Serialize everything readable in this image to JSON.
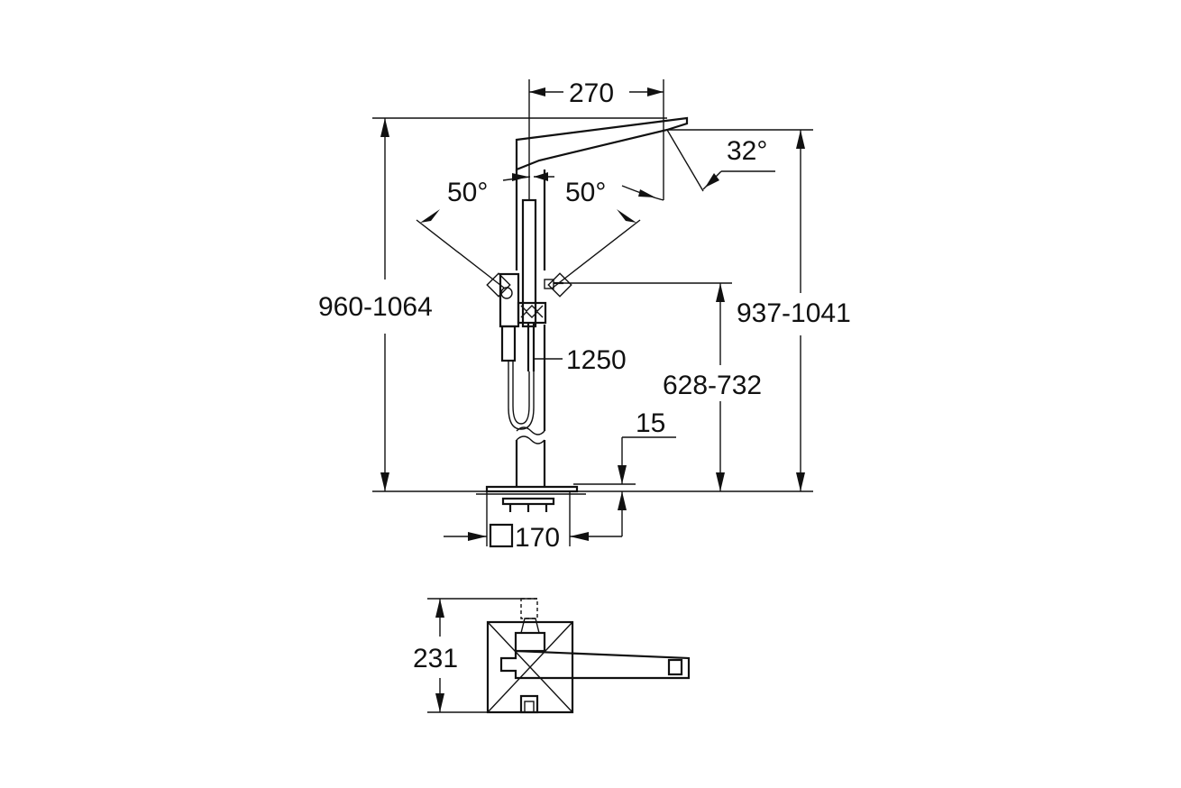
{
  "dimensions": {
    "spout_reach": "270",
    "spout_angle": "32°",
    "swivel_left": "50°",
    "swivel_right": "50°",
    "height_left": "960-1064",
    "height_right": "937-1041",
    "hose_length": "1250",
    "handle_height": "628-732",
    "base_thickness": "15",
    "base_size": "170",
    "plan_depth": "231"
  },
  "symbols": {
    "base_square_symbol": "square-icon"
  }
}
